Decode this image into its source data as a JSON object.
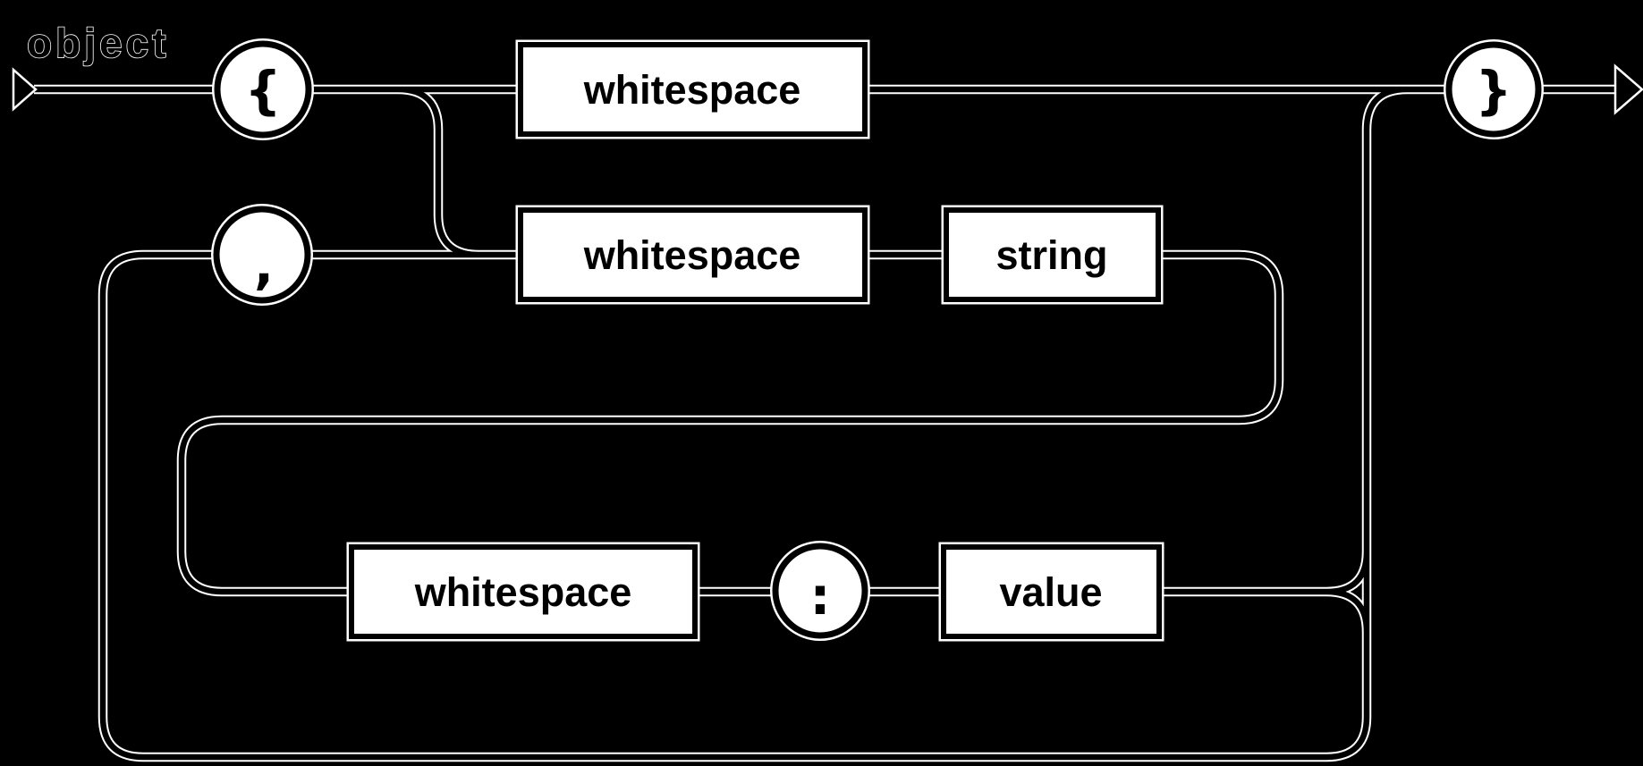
{
  "diagram": {
    "title": "object",
    "terminals": {
      "open_brace": "{",
      "comma": ",",
      "colon": ":",
      "close_brace": "}"
    },
    "nonterminals": {
      "ws_top": "whitespace",
      "ws_mid": "whitespace",
      "string": "string",
      "ws_bottom": "whitespace",
      "value": "value"
    },
    "colors": {
      "background": "#000000",
      "line": "#000000",
      "line_casing": "#ffffff",
      "node_fill": "#ffffff",
      "node_border": "#000000",
      "label_text": "#000000",
      "title_outline": "#ffffff"
    }
  }
}
